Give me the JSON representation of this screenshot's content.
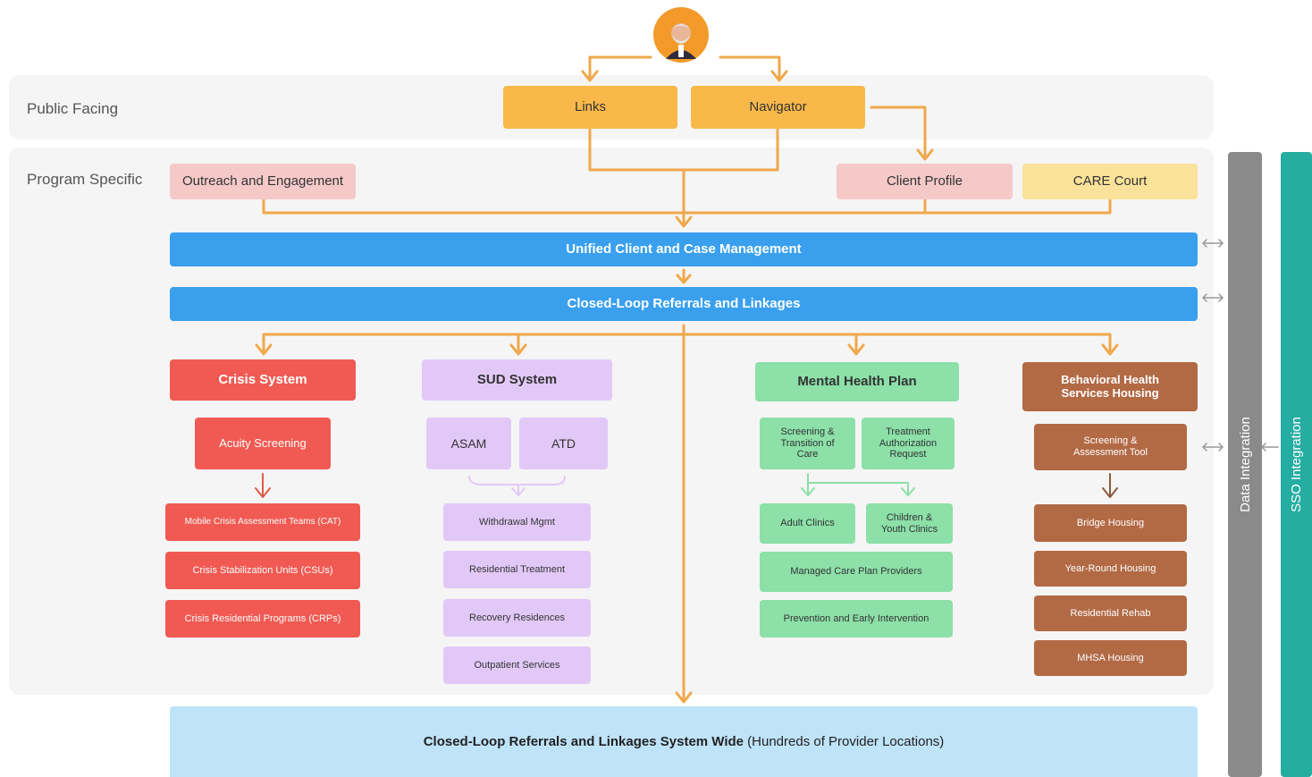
{
  "sections": {
    "public_facing": "Public Facing",
    "program_specific": "Program Specific"
  },
  "top": {
    "links": "Links",
    "navigator": "Navigator"
  },
  "program": {
    "outreach": "Outreach and Engagement",
    "client_profile": "Client Profile",
    "care_court": "CARE Court"
  },
  "bars": {
    "unified": "Unified Client and Case Management",
    "closed_loop": "Closed-Loop Referrals and Linkages"
  },
  "crisis": {
    "title": "Crisis System",
    "acuity": "Acuity Screening",
    "items": [
      "Mobile Crisis Assessment Teams (CAT)",
      "Crisis Stabilization Units (CSUs)",
      "Crisis Residential Programs (CRPs)"
    ]
  },
  "sud": {
    "title": "SUD System",
    "asam": "ASAM",
    "atd": "ATD",
    "items": [
      "Withdrawal Mgmt",
      "Residential Treatment",
      "Recovery Residences",
      "Outpatient Services"
    ]
  },
  "mhp": {
    "title": "Mental Health Plan",
    "screening": "Screening & Transition of Care",
    "treatment": "Treatment Authorization Request",
    "adult": "Adult Clinics",
    "children": "Children & Youth Clinics",
    "managed": "Managed Care Plan Providers",
    "prevention": "Prevention and Early Intervention"
  },
  "bhsh": {
    "title": "Behavioral Health Services Housing",
    "screening": "Screening & Assessment Tool",
    "items": [
      "Bridge Housing",
      "Year-Round Housing",
      "Residential Rehab",
      "MHSA Housing"
    ]
  },
  "bottom": {
    "bold": "Closed-Loop Referrals and Linkages System Wide",
    "normal": "(Hundreds of Provider Locations)"
  },
  "side": {
    "data_integration": "Data Integration",
    "sso_integration": "SSO Integration"
  },
  "icons": {
    "avatar": "person-avatar-icon",
    "sync": "double-arrow-icon"
  },
  "colors": {
    "orange": "#f9b84a",
    "connector": "#f0a84a",
    "blue": "#3aa0ee",
    "red": "#f05a52",
    "purple": "#e2c8f7",
    "green": "#8ce0a8",
    "brown": "#b26a45",
    "gray": "#8a8a8a",
    "teal": "#26ada2"
  }
}
